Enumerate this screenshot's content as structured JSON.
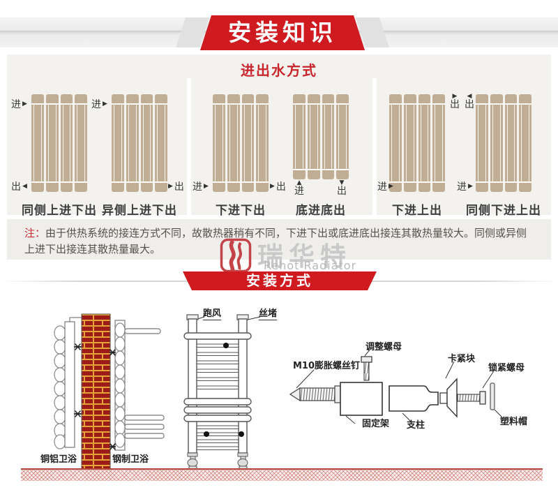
{
  "header": {
    "title": "安装知识"
  },
  "icons": {
    "arrow_right": "▶",
    "arrow_left": "◀",
    "arrow_up": "▲",
    "arrow_down": "▼"
  },
  "flow": {
    "subtitle": "进出水方式",
    "panels": [
      {
        "caption": "同侧上进下出",
        "in": "进",
        "out": "出"
      },
      {
        "caption": "异侧上进下出",
        "in": "进",
        "out": "出"
      },
      {
        "caption": "下进下出",
        "in": "进",
        "out": "出"
      },
      {
        "caption": "底进底出",
        "in": "进",
        "out": "出"
      },
      {
        "caption": "下进上出",
        "in": "进",
        "out": "出"
      },
      {
        "caption": "同侧下进上出",
        "in": "进",
        "out": "出"
      }
    ],
    "note": {
      "prefix": "注：",
      "body": "由于供热系统的接连方式不同，故散热器稍有不同，下进下出或底进底出接连其散热量较大。同侧或异侧上进下出接连其散热量最大。"
    }
  },
  "logo": {
    "cn": "瑞华特",
    "en": "Rehot Radiator"
  },
  "install": {
    "title": "安装方式",
    "labels": {
      "copper": "铜铝卫浴",
      "steel": "钢制卫浴",
      "vent": "跑风",
      "plug": "丝堵",
      "anchor": "M10膨胀螺丝钉",
      "adjust_nut": "调整螺母",
      "bracket": "固定架",
      "pillar": "支柱",
      "clamp": "卡紧块",
      "lock_nut": "锁紧螺母",
      "cap": "塑料帽"
    }
  },
  "colors": {
    "accent_red": "#cf1a20",
    "brick_red": "#9b1d16",
    "mortar_yellow": "#e8a43c",
    "radiator_tan": "#bfae94"
  }
}
